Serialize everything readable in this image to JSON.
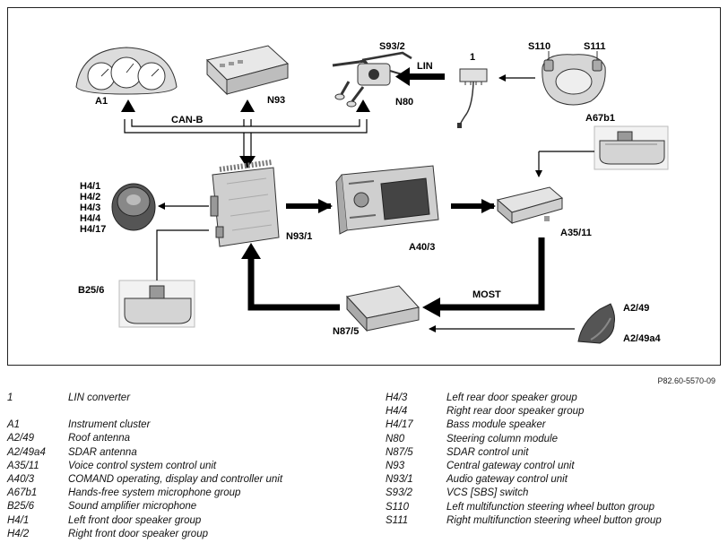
{
  "diagram": {
    "bus_labels": {
      "can_b": "CAN-B",
      "lin": "LIN",
      "most": "MOST"
    },
    "components": {
      "a1": "A1",
      "n93": "N93",
      "s93_2": "S93/2",
      "n80": "N80",
      "lin_conv": "1",
      "s110": "S110",
      "s111": "S111",
      "a67b1": "A67b1",
      "h4_group": [
        "H4/1",
        "H4/2",
        "H4/3",
        "H4/4",
        "H4/17"
      ],
      "n93_1": "N93/1",
      "a40_3": "A40/3",
      "a35_11": "A35/11",
      "b25_6": "B25/6",
      "n87_5": "N87/5",
      "a2_49": "A2/49",
      "a2_49a4": "A2/49a4"
    }
  },
  "figure_ref": "P82.60-5570-09",
  "legend_left": [
    {
      "code": "1",
      "desc": "LIN converter"
    },
    {
      "code": "A1",
      "desc": "Instrument cluster"
    },
    {
      "code": "A2/49",
      "desc": "Roof antenna"
    },
    {
      "code": "A2/49a4",
      "desc": "SDAR antenna"
    },
    {
      "code": "A35/11",
      "desc": "Voice control system control unit"
    },
    {
      "code": "A40/3",
      "desc": "COMAND operating, display and controller unit"
    },
    {
      "code": "A67b1",
      "desc": "Hands-free system microphone group"
    },
    {
      "code": "B25/6",
      "desc": "Sound amplifier microphone"
    },
    {
      "code": "H4/1",
      "desc": "Left front door speaker group"
    },
    {
      "code": "H4/2",
      "desc": "Right front door speaker group"
    }
  ],
  "legend_right": [
    {
      "code": "H4/3",
      "desc": "Left rear door speaker group"
    },
    {
      "code": "H4/4",
      "desc": "Right rear door speaker group"
    },
    {
      "code": "H4/17",
      "desc": "Bass module speaker"
    },
    {
      "code": "N80",
      "desc": "Steering column module"
    },
    {
      "code": "N87/5",
      "desc": "SDAR control unit"
    },
    {
      "code": "N93",
      "desc": "Central gateway control unit"
    },
    {
      "code": "N93/1",
      "desc": "Audio gateway control unit"
    },
    {
      "code": "S93/2",
      "desc": "VCS [SBS] switch"
    },
    {
      "code": "S110",
      "desc": "Left multifunction steering wheel button group"
    },
    {
      "code": "S111",
      "desc": "Right multifunction steering wheel button group"
    }
  ]
}
